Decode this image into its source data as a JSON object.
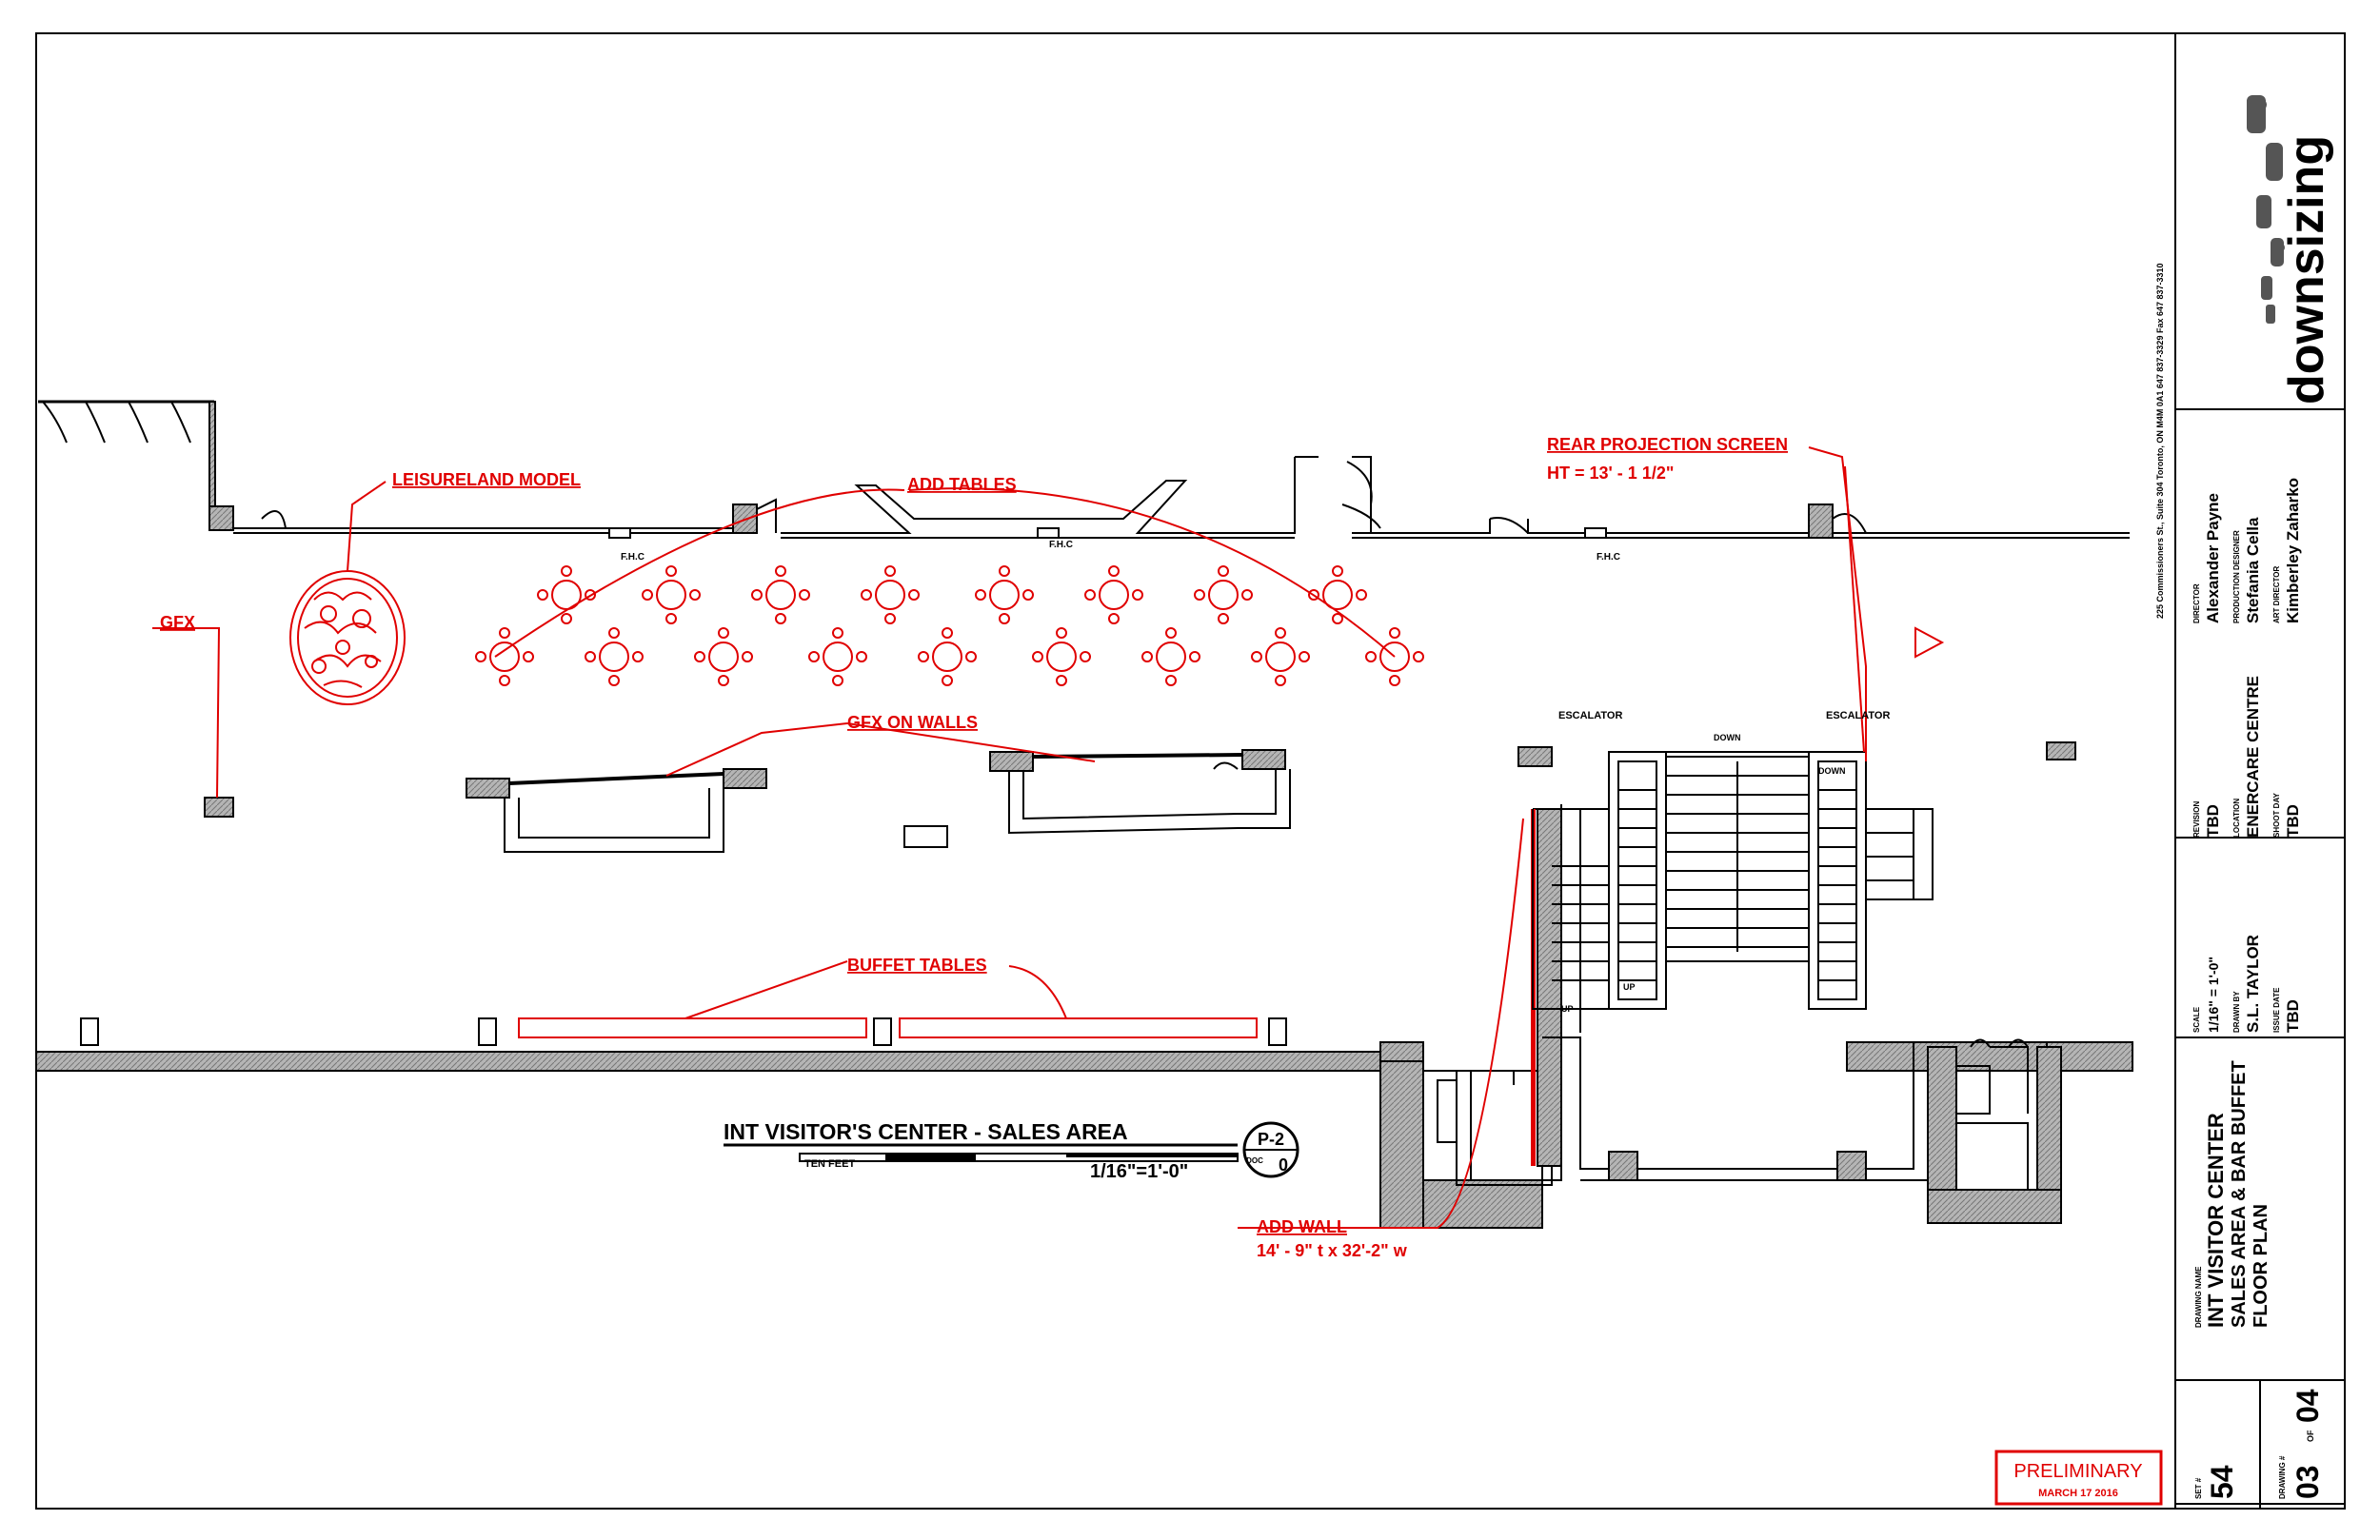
{
  "colors": {
    "ink": "#000000",
    "markup": "#e00000",
    "hatch": "#9a9a9a",
    "paper": "#ffffff"
  },
  "annotations": {
    "leisureland": "LEISURELAND MODEL",
    "add_tables": "ADD TABLES",
    "rear_projection": "REAR PROJECTION SCREEN",
    "rear_projection_ht": "HT = 13' - 1 1/2\"",
    "gfx": "GFX",
    "gfx_on_walls": "GFX ON WALLS",
    "buffet_tables": "BUFFET TABLES",
    "add_wall": "ADD WALL",
    "add_wall_dims": "14' - 9\" t x 32'-2\" w"
  },
  "plan_labels": {
    "fhc": "F.H.C",
    "escalator": "ESCALATOR",
    "down": "DOWN",
    "up": "UP"
  },
  "title_block_plan": {
    "title": "INT VISITOR'S CENTER - SALES AREA",
    "ref_top": "P-2",
    "ref_bottom": "0",
    "ref_mid": "DOC",
    "scale_bar_label": "TEN FEET",
    "scale": "1/16\"=1'-0\""
  },
  "stamp": {
    "label": "PRELIMINARY",
    "date": "MARCH 17 2016"
  },
  "sheet": {
    "company": "downsizing",
    "address": "225 Commissioners St., Suite 304  Toronto, ON M4M 0A1   647 837-3329   Fax 647 837-3310",
    "director_label": "DIRECTOR",
    "director": "Alexander Payne",
    "pd_label": "PRODUCTION DESIGNER",
    "pd": "Stefania Cella",
    "ad_label": "ART DIRECTOR",
    "ad": "Kimberley Zaharko",
    "revision_label": "REVISION",
    "revision": "TBD",
    "location_label": "LOCATION",
    "location": "ENERCARE CENTRE",
    "shoot_label": "SHOOT DAY",
    "shoot": "TBD",
    "scale_label": "SCALE",
    "scale": "1/16\" = 1'-0\"",
    "drawn_label": "DRAWN BY",
    "drawn": "S.L. TAYLOR",
    "issue_label": "ISSUE DATE",
    "issue": "TBD",
    "drawing_name_label": "DRAWING NAME",
    "drawing_name_1": "INT VISITOR CENTER",
    "drawing_name_2": "SALES AREA & BAR BUFFET",
    "drawing_name_3": "FLOOR PLAN",
    "set_label": "SET #",
    "set": "54",
    "drawing_no_label": "DRAWING #",
    "drawing_no": "03",
    "of": "OF",
    "drawing_total": "04"
  }
}
